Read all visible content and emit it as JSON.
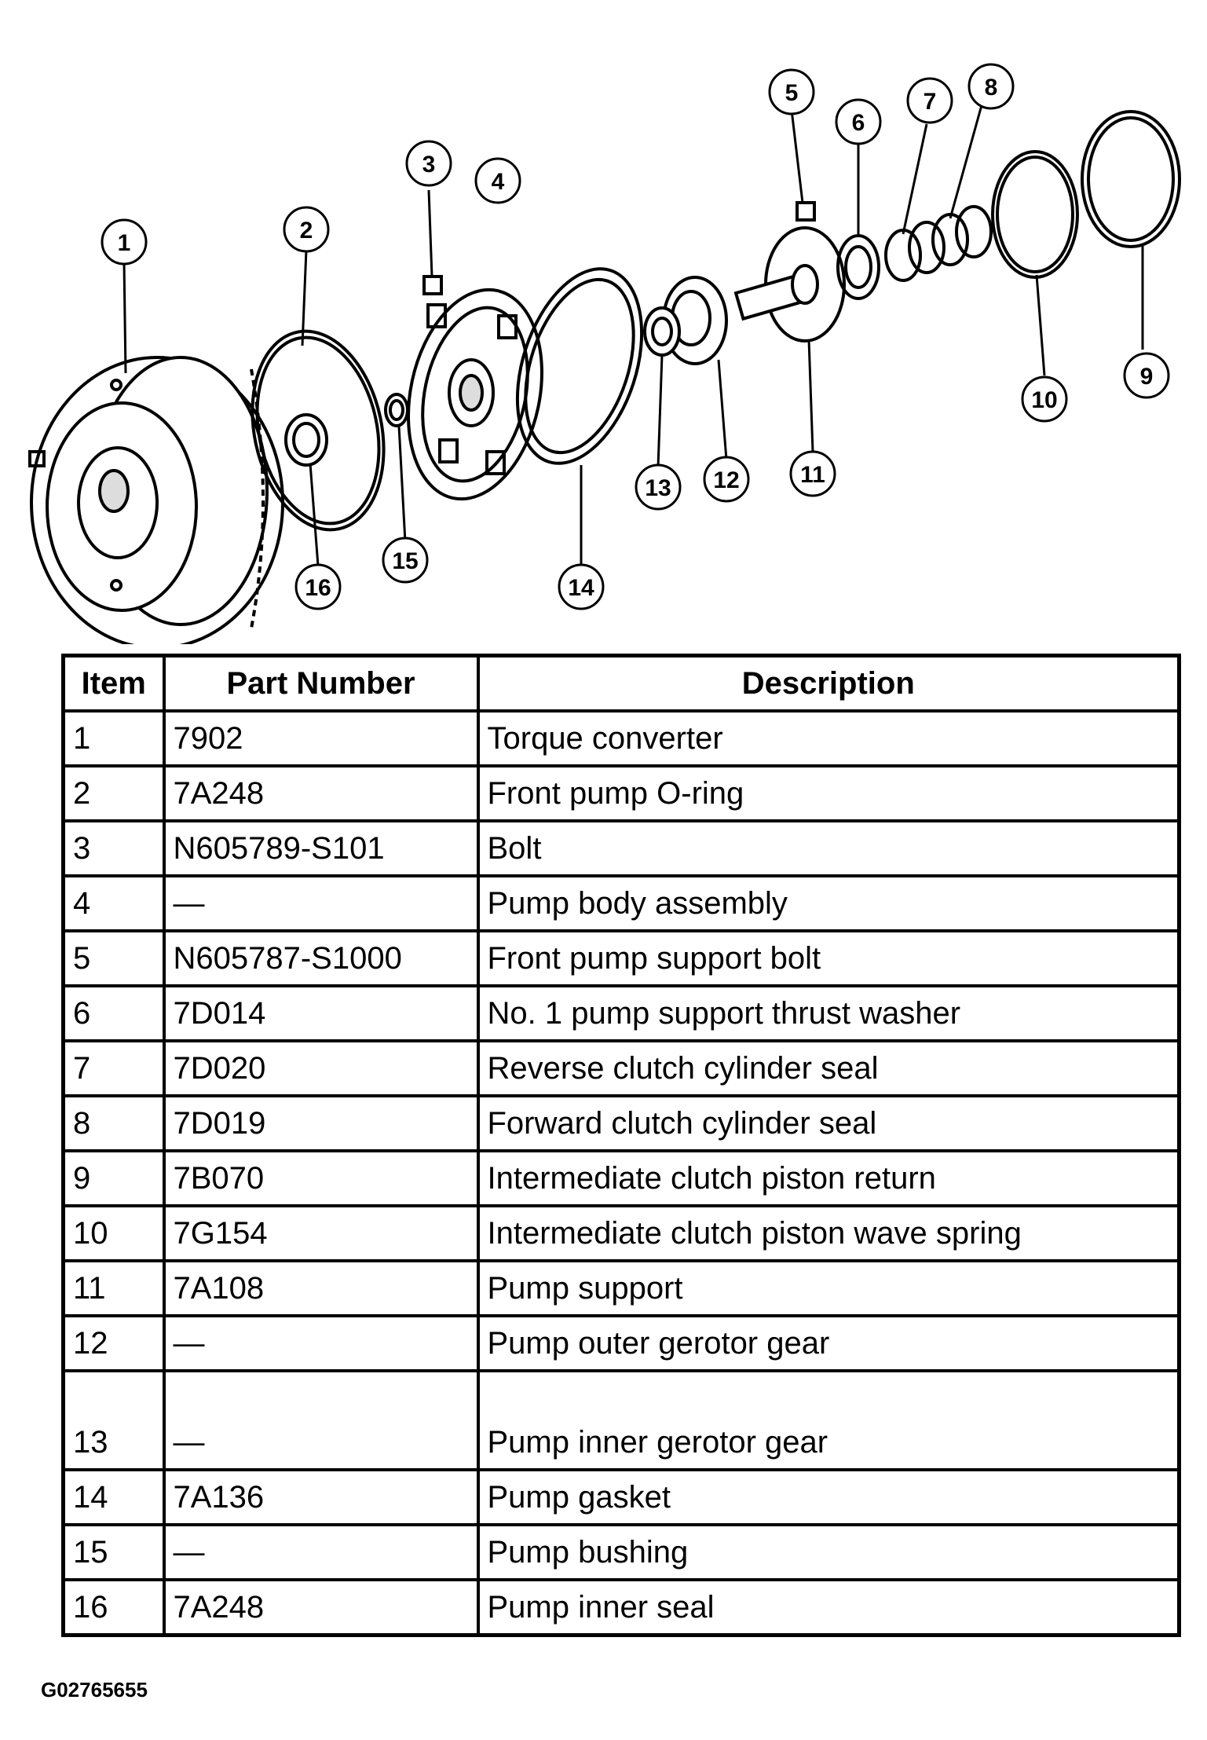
{
  "callouts": [
    "1",
    "2",
    "3",
    "4",
    "5",
    "6",
    "7",
    "8",
    "9",
    "10",
    "11",
    "12",
    "13",
    "14",
    "15",
    "16"
  ],
  "table": {
    "headers": [
      "Item",
      "Part Number",
      "Description"
    ],
    "rows": [
      {
        "item": "1",
        "part": "7902",
        "desc": "Torque converter"
      },
      {
        "item": "2",
        "part": "7A248",
        "desc": "Front pump O-ring"
      },
      {
        "item": "3",
        "part": "N605789-S101",
        "desc": "Bolt"
      },
      {
        "item": "4",
        "part": "—",
        "desc": "Pump body assembly"
      },
      {
        "item": "5",
        "part": "N605787-S1000",
        "desc": "Front pump support bolt"
      },
      {
        "item": "6",
        "part": "7D014",
        "desc": "No. 1 pump support thrust washer"
      },
      {
        "item": "7",
        "part": "7D020",
        "desc": "Reverse clutch cylinder seal"
      },
      {
        "item": "8",
        "part": "7D019",
        "desc": "Forward clutch cylinder seal"
      },
      {
        "item": "9",
        "part": "7B070",
        "desc": "Intermediate clutch piston return"
      },
      {
        "item": "10",
        "part": "7G154",
        "desc": "Intermediate clutch piston wave spring"
      },
      {
        "item": "11",
        "part": "7A108",
        "desc": "Pump support"
      },
      {
        "item": "12",
        "part": "—",
        "desc": "Pump outer gerotor gear"
      },
      {
        "item": "13",
        "part": "—",
        "desc": "Pump inner gerotor gear"
      },
      {
        "item": "14",
        "part": "7A136",
        "desc": "Pump gasket"
      },
      {
        "item": "15",
        "part": "—",
        "desc": "Pump bushing"
      },
      {
        "item": "16",
        "part": "7A248",
        "desc": "Pump inner seal"
      }
    ]
  },
  "figure_code": "G02765655"
}
